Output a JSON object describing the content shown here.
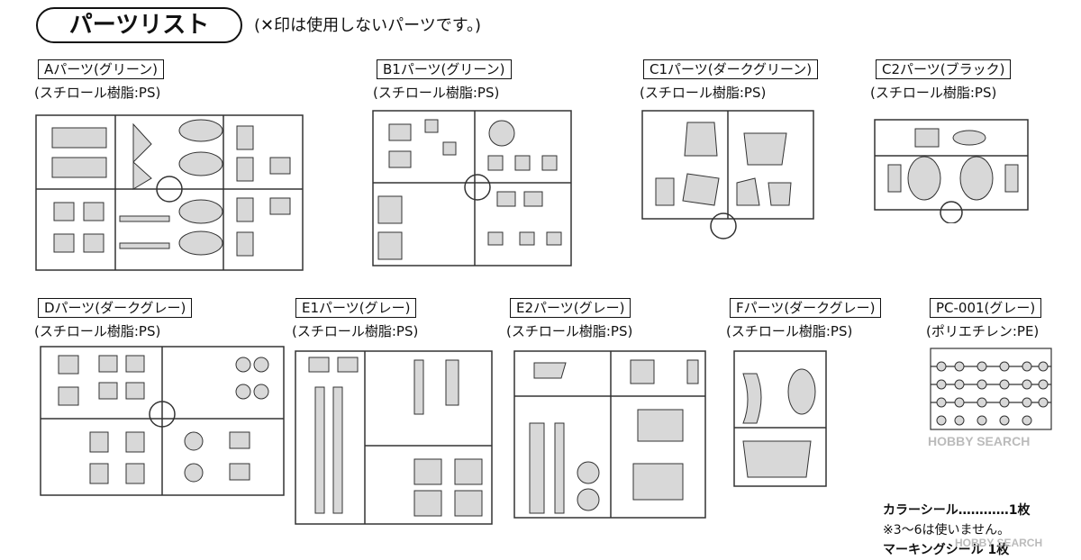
{
  "header": {
    "title": "パーツリスト",
    "note": "(✕印は使用しないパーツです。)"
  },
  "sections": [
    {
      "id": "A",
      "label": "Aパーツ(グリーン)",
      "material": "(スチロール樹脂:PS)"
    },
    {
      "id": "B1",
      "label": "B1パーツ(グリーン)",
      "material": "(スチロール樹脂:PS)"
    },
    {
      "id": "C1",
      "label": "C1パーツ(ダークグリーン)",
      "material": "(スチロール樹脂:PS)"
    },
    {
      "id": "C2",
      "label": "C2パーツ(ブラック)",
      "material": "(スチロール樹脂:PS)"
    },
    {
      "id": "D",
      "label": "Dパーツ(ダークグレー)",
      "material": "(スチロール樹脂:PS)"
    },
    {
      "id": "E1",
      "label": "E1パーツ(グレー)",
      "material": "(スチロール樹脂:PS)"
    },
    {
      "id": "E2",
      "label": "E2パーツ(グレー)",
      "material": "(スチロール樹脂:PS)"
    },
    {
      "id": "F",
      "label": "Fパーツ(ダークグレー)",
      "material": "(スチロール樹脂:PS)"
    },
    {
      "id": "PC",
      "label": "PC-001(グレー)",
      "material": "(ポリエチレン:PE)"
    }
  ],
  "footer": {
    "color_seal": "カラーシール…………1枚",
    "note": "※3〜6は使いません。",
    "marking": "マーキングシール 1枚"
  },
  "watermark": {
    "top": "HOBBY SEARCH",
    "bottom": "HOBBY SEARCH"
  },
  "colors": {
    "ink": "#111111",
    "part_fill": "#d8d8d8",
    "runner_stroke": "#333333"
  }
}
